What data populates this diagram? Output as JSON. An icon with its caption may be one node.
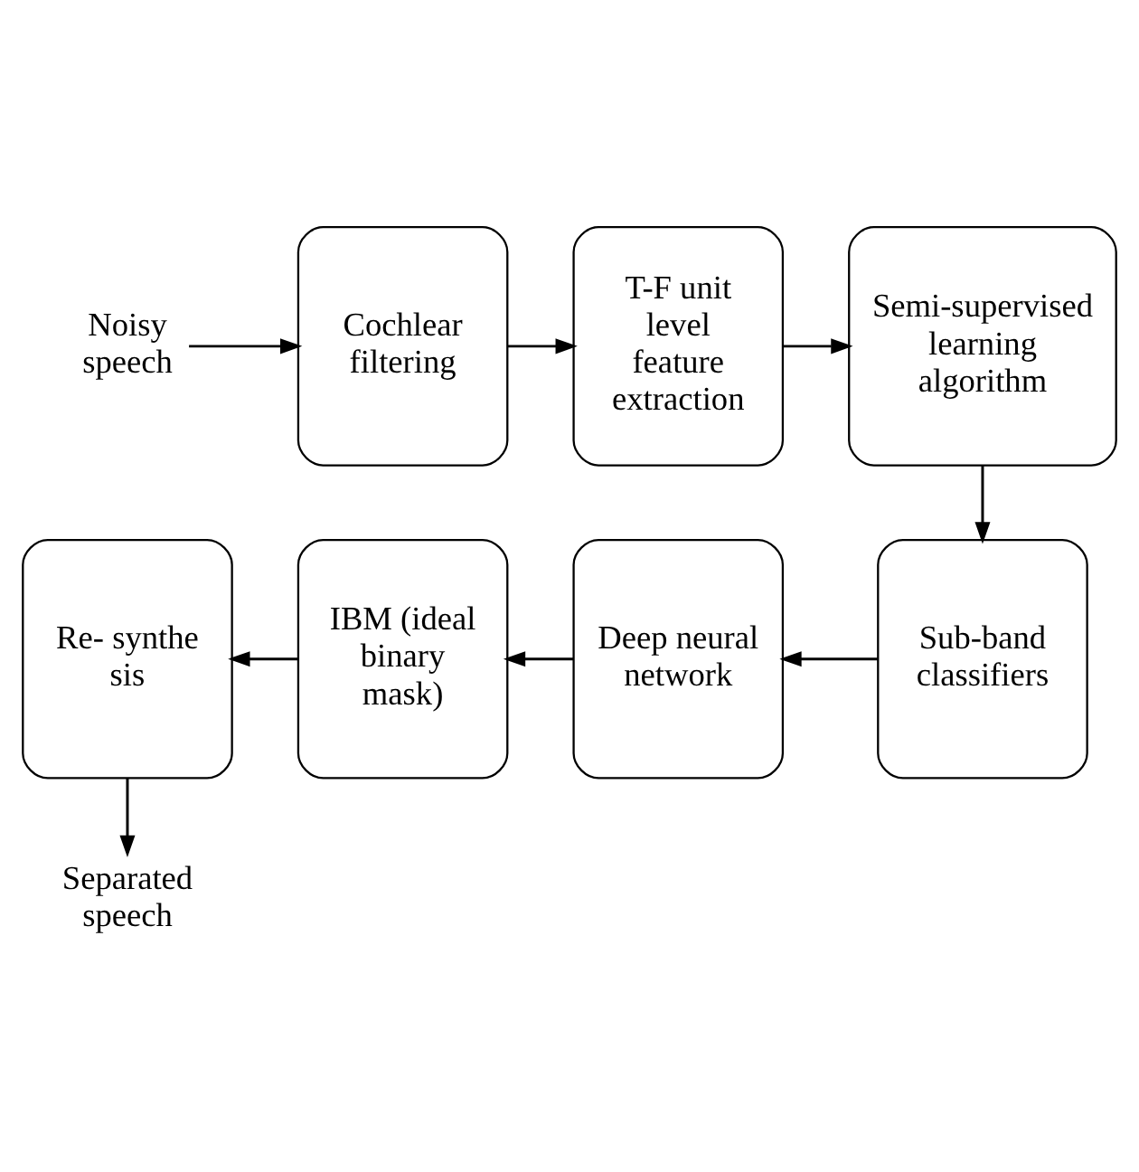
{
  "diagram": {
    "nodes": [
      {
        "text": [
          "Noisy speech"
        ]
      },
      {
        "text": [
          "Cochlear filtering"
        ]
      },
      {
        "text": [
          "T-F unit level feature extraction"
        ]
      },
      {
        "text": [
          "Semi-supervised learning algorithm"
        ]
      },
      {
        "text": [
          "Sub-band classifiers"
        ]
      },
      {
        "text": [
          "Deep neural network"
        ]
      },
      {
        "text": [
          "IBM (ideal binary mask)"
        ]
      },
      {
        "text": [
          "Re- synthe sis"
        ]
      },
      {
        "text": [
          "Separated speech"
        ]
      }
    ],
    "edges": [
      {
        "from": 0,
        "to": 1,
        "arrow": "to"
      },
      {
        "from": 1,
        "to": 2,
        "arrow": "to"
      },
      {
        "from": 2,
        "to": 3,
        "arrow": "to"
      },
      {
        "from": 3,
        "to": 4,
        "arrow": "to"
      },
      {
        "from": 4,
        "to": 5,
        "arrow": "to"
      },
      {
        "from": 5,
        "to": 6,
        "arrow": "to"
      },
      {
        "from": 6,
        "to": 7,
        "arrow": "to"
      },
      {
        "from": 7,
        "to": 8,
        "arrow": "to"
      }
    ]
  }
}
